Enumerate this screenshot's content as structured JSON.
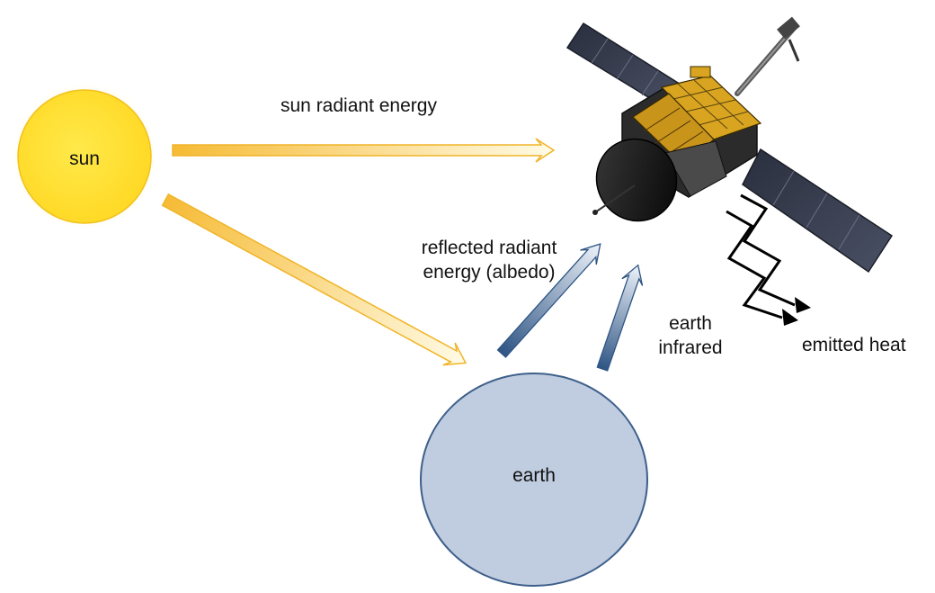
{
  "labels": {
    "sun": "sun",
    "earth": "earth",
    "sun_radiant_energy": "sun radiant energy",
    "reflected_line1": "reflected radiant",
    "reflected_line2": "energy (albedo)",
    "earth_infrared_line1": "earth",
    "earth_infrared_line2": "infrared",
    "emitted_heat": "emitted heat"
  },
  "colors": {
    "sun_fill": "#ffe033",
    "sun_glow": "#fff2a0",
    "sun_arrow": "#f5b82e",
    "earth_fill": "#c0cde0",
    "earth_stroke": "#3e5f8a",
    "earth_arrow": "#355a8a",
    "heat_arrow": "#000000",
    "satellite_body": "#2b2b2b",
    "satellite_panel": "#d9a520",
    "solar_array": "#2c3142"
  },
  "icons": {
    "sun": "sun-icon",
    "earth": "earth-icon",
    "satellite": "satellite-icon"
  }
}
